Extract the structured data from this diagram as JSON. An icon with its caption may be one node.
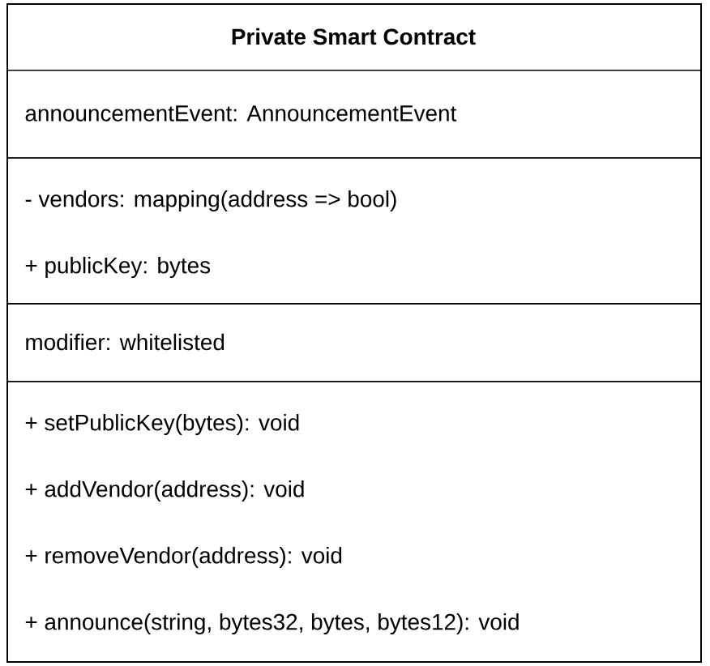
{
  "diagram": {
    "nodes": [
      {
        "text": [
          "Private Smart Contract"
        ]
      },
      {
        "text": [
          "announcementEvent: AnnouncementEvent"
        ],
        "in": 0
      },
      {
        "text": [
          "- vendors: mapping(address => bool)",
          "+ publicKey: bytes"
        ],
        "in": 0
      },
      {
        "text": [
          "modifier: whitelisted"
        ],
        "in": 0
      },
      {
        "text": [
          "+ setPublicKey(bytes): void",
          "+ addVendor(address): void",
          "+ removeVendor(address): void",
          "+ announce(string, bytes32, bytes, bytes12): void"
        ],
        "in": 0
      }
    ]
  }
}
